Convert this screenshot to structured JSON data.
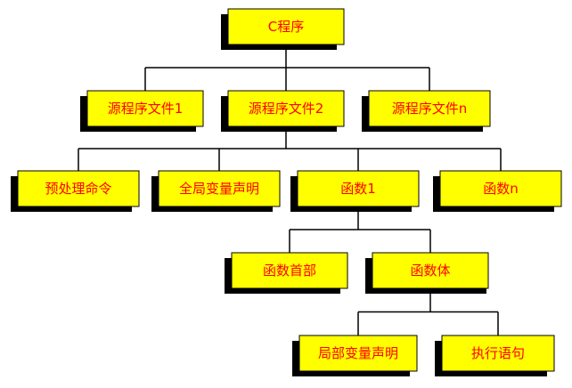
{
  "diagram": {
    "type": "tree",
    "colors": {
      "box_fill": "#ffff00",
      "box_shadow": "#000000",
      "label_text": "#ff0000",
      "connector": "#000000"
    },
    "nodes": {
      "root": "C程序",
      "source1": "源程序文件1",
      "source2": "源程序文件2",
      "sourceN": "源程序文件n",
      "preprocess": "预处理命令",
      "global_decl": "全局变量声明",
      "func1": "函数1",
      "funcN": "函数n",
      "func_header": "函数首部",
      "func_body": "函数体",
      "local_decl": "局部变量声明",
      "exec_stmt": "执行语句"
    },
    "edges": [
      [
        "root",
        "source1"
      ],
      [
        "root",
        "source2"
      ],
      [
        "root",
        "sourceN"
      ],
      [
        "source2",
        "preprocess"
      ],
      [
        "source2",
        "global_decl"
      ],
      [
        "source2",
        "func1"
      ],
      [
        "source2",
        "funcN"
      ],
      [
        "func1",
        "func_header"
      ],
      [
        "func1",
        "func_body"
      ],
      [
        "func_body",
        "local_decl"
      ],
      [
        "func_body",
        "exec_stmt"
      ]
    ]
  }
}
